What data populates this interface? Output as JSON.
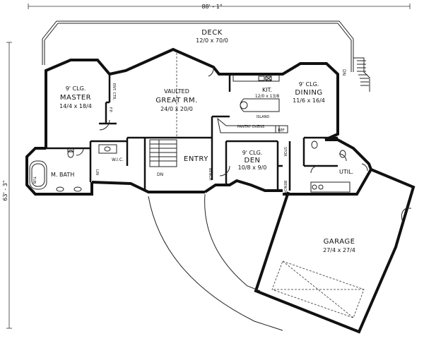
{
  "dimensions": {
    "overall_width": "88' - 1\"",
    "overall_depth": "63' - 3\""
  },
  "rooms": {
    "deck": {
      "name": "DECK",
      "size": "12/0 x 70/0"
    },
    "master": {
      "note": "9' CLG.",
      "name": "MASTER",
      "size": "14/4 x 18/4"
    },
    "great_room": {
      "note": "VAULTED",
      "name": "GREAT RM.",
      "size": "24/0 x 20/0"
    },
    "kitchen": {
      "name": "KIT.",
      "size": "12/0 x 13/8"
    },
    "dining": {
      "note": "9' CLG.",
      "name": "DINING",
      "size": "11/6 x 16/4"
    },
    "den": {
      "note": "9' CLG.",
      "name": "DEN",
      "size": "10/8 x 9/0"
    },
    "garage": {
      "name": "GARAGE",
      "size": "27/4 x 27/4"
    },
    "entry": {
      "name": "ENTRY"
    },
    "m_bath": {
      "name": "M. BATH"
    },
    "wic": {
      "name": "W.I.C."
    },
    "util": {
      "name": "UTIL."
    }
  },
  "labels": {
    "ent_ctr": "ENT. CTR.",
    "fp": "F.P.",
    "lin": "LIN",
    "tub": "TUB",
    "dn_stair": "DN",
    "dn_deck": "DN",
    "bench_entry": "BENCH",
    "bench_den": "BENCH",
    "stor": "STOR",
    "island": "ISLAND",
    "pantry_ovens": "PANTRY OVENS",
    "ref": "REF"
  }
}
